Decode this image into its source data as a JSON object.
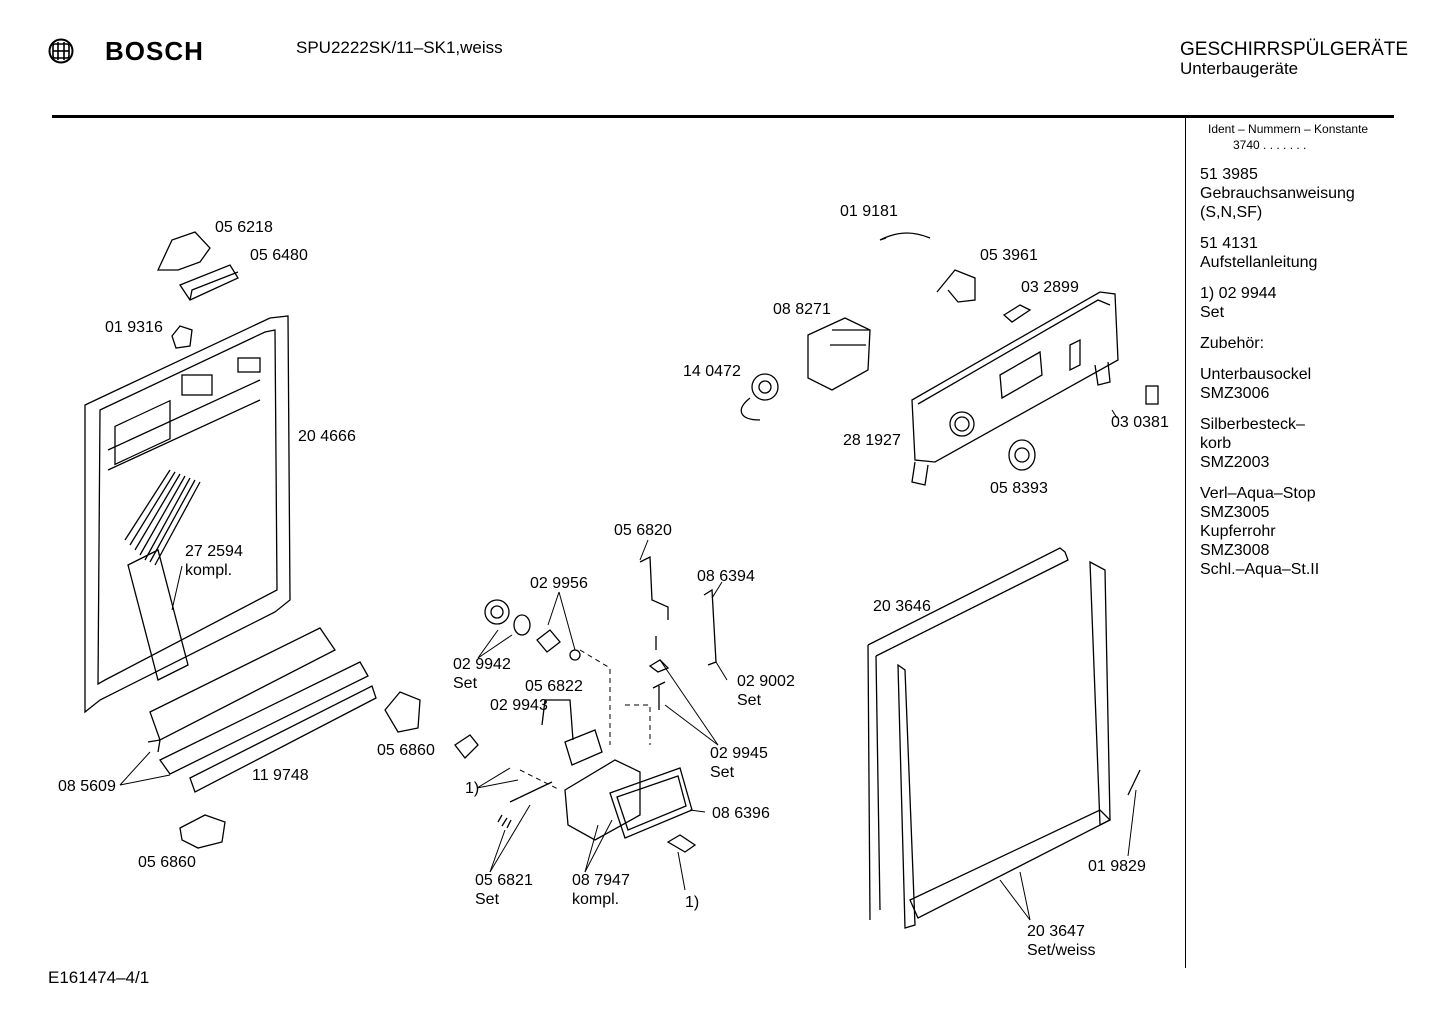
{
  "header": {
    "brand": "BOSCH",
    "model": "SPU2222SK/11–SK1,weiss",
    "category": "GESCHIRRSPÜLGERÄTE",
    "subcategory": "Unterbaugeräte"
  },
  "sidebar": {
    "ident_title": "Ident – Nummern – Konstante",
    "ident_value": "3740 . . .  . . . .",
    "lines": [
      "51 3985",
      "Gebrauchsanweisung",
      "(S,N,SF)",
      "",
      "51 4131",
      "Aufstellanleitung",
      "",
      "1)  02 9944",
      "      Set",
      "",
      "Zubehör:",
      "",
      "Unterbausockel",
      "SMZ3006",
      "",
      "Silberbesteck–",
      "korb",
      "SMZ2003",
      "",
      "Verl–Aqua–Stop",
      "SMZ3005",
      "Kupferrohr",
      "SMZ3008",
      "Schl.–Aqua–St.II"
    ]
  },
  "labels": [
    "05 6218",
    "05 6480",
    "01 9316",
    "20 4666",
    "27 2594",
    "kompl.",
    "08 5609",
    "11 9748",
    "05 6860",
    "05 6860",
    "02 9956",
    "02 9942",
    "Set",
    "05 6822",
    "02 9943",
    "1)",
    "05 6821",
    "Set",
    "08 7947",
    "kompl.",
    "1)",
    "05 6820",
    "08 6394",
    "02 9002",
    "Set",
    "02 9945",
    "Set",
    "08 6396",
    "01 9181",
    "05 3961",
    "03 2899",
    "08 8271",
    "14 0472",
    "28 1927",
    "03 0381",
    "05 8393",
    "20 3646",
    "01 9829",
    "20 3647",
    "Set/weiss"
  ],
  "footer": {
    "drawing_id": "E161474–4/1"
  }
}
